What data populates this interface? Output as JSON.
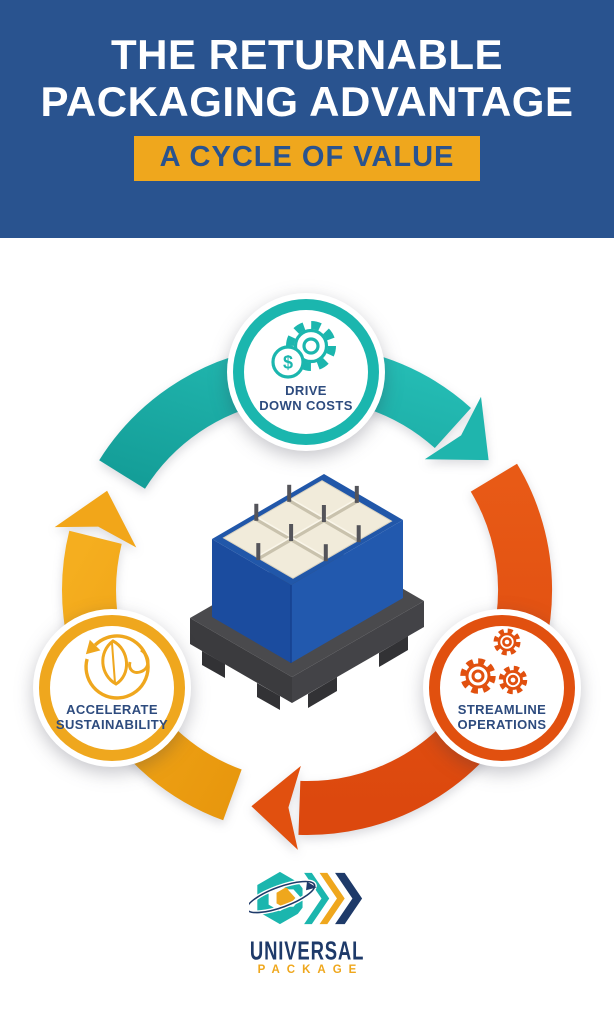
{
  "header": {
    "title_line1": "THE RETURNABLE",
    "title_line2": "PACKAGING ADVANTAGE",
    "subtitle": "A CYCLE OF VALUE"
  },
  "cycle": {
    "direction": "clockwise",
    "dollar_symbol": "$",
    "nodes": [
      {
        "id": "drive-down-costs",
        "label_line1": "DRIVE",
        "label_line2": "DOWN COSTS",
        "color": "#1BB6AE",
        "icon": "gear-dollar-icon",
        "position": "top"
      },
      {
        "id": "streamline-operations",
        "label_line1": "STREAMLINE",
        "label_line2": "OPERATIONS",
        "color": "#E1500F",
        "icon": "gears-icon",
        "position": "bottom-right"
      },
      {
        "id": "accelerate-sustainability",
        "label_line1": "ACCELERATE",
        "label_line2": "SUSTAINABILITY",
        "color": "#EFA71E",
        "icon": "leaf-cycle-icon",
        "position": "bottom-left"
      }
    ],
    "center_illustration": "blue-returnable-bulk-container-with-dividers-on-black-pallet"
  },
  "brand": {
    "name": "UNIVERSAL",
    "subname": "PACKAGE",
    "logo_mark": "universal-package-chevron-logo"
  },
  "colors": {
    "header_bg": "#29538F",
    "accent_gold": "#EFA71D",
    "teal": "#1BB6AE",
    "orange": "#E1500F",
    "label_navy": "#2D4B7E",
    "brand_navy": "#1E3A69",
    "container_blue": "#2259AE",
    "pallet_gray": "#3B3B3E"
  }
}
